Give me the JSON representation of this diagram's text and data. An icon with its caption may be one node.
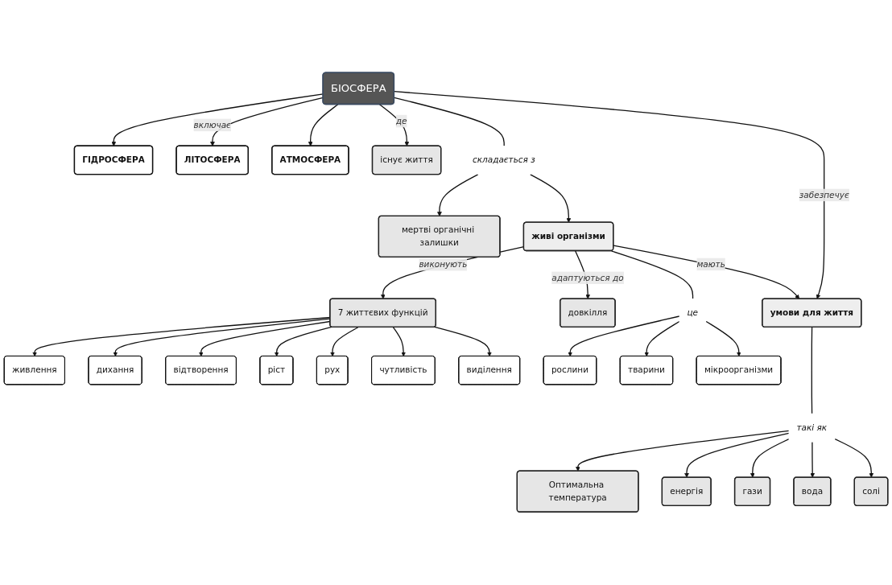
{
  "diagram": {
    "nodes": [
      {
        "text": [
          "БІОСФЕРА"
        ]
      },
      {
        "text": [
          "ГІДРОСФЕРА"
        ]
      },
      {
        "text": [
          "ЛІТОСФЕРА"
        ]
      },
      {
        "text": [
          "АТМОСФЕРА"
        ]
      },
      {
        "text": [
          "існує життя"
        ]
      },
      {
        "text": [
          "мертві органічні залишки"
        ]
      },
      {
        "text": [
          "складається з"
        ]
      },
      {
        "text": [
          "умови для життя"
        ]
      },
      {
        "text": [
          "живі організми"
        ]
      },
      {
        "text": [
          "це"
        ]
      },
      {
        "text": [
          "рослини"
        ]
      },
      {
        "text": [
          "тварини"
        ]
      },
      {
        "text": [
          "мікроорганізми"
        ]
      },
      {
        "text": [
          "такі як"
        ]
      },
      {
        "text": [
          "Оптимальна температура"
        ]
      },
      {
        "text": [
          "енергія"
        ]
      },
      {
        "text": [
          "гази"
        ]
      },
      {
        "text": [
          "вода"
        ]
      },
      {
        "text": [
          "солі"
        ]
      },
      {
        "text": [
          "довкілля"
        ]
      },
      {
        "text": [
          "7 життєвих функцій"
        ]
      },
      {
        "text": [
          "живлення"
        ]
      },
      {
        "text": [
          "дихання"
        ]
      },
      {
        "text": [
          "відтворення"
        ]
      },
      {
        "text": [
          "ріст"
        ]
      },
      {
        "text": [
          "рух"
        ]
      },
      {
        "text": [
          "чутливість"
        ]
      },
      {
        "text": [
          "виділення"
        ]
      }
    ],
    "edges": [
      {
        "from": 0,
        "to": 4,
        "arrow": "to",
        "label": "де"
      },
      {
        "from": 0,
        "to": 1,
        "arrow": "to"
      },
      {
        "from": 0,
        "to": 2,
        "arrow": "to",
        "label": "включає"
      },
      {
        "from": 0,
        "to": 3,
        "arrow": "to"
      },
      {
        "from": 0,
        "to": 6,
        "arrow": "none"
      },
      {
        "from": 6,
        "to": 5,
        "arrow": "to"
      },
      {
        "from": 6,
        "to": 8,
        "arrow": "to"
      },
      {
        "from": 0,
        "to": 7,
        "arrow": "to",
        "label": "забезпечує"
      },
      {
        "from": 8,
        "to": 7,
        "arrow": "to",
        "label": "мають"
      },
      {
        "from": 8,
        "to": 9,
        "arrow": "none"
      },
      {
        "from": 9,
        "to": 10,
        "arrow": "to"
      },
      {
        "from": 9,
        "to": 11,
        "arrow": "to"
      },
      {
        "from": 9,
        "to": 12,
        "arrow": "to"
      },
      {
        "from": 7,
        "to": 13,
        "arrow": "none"
      },
      {
        "from": 13,
        "to": 14,
        "arrow": "to"
      },
      {
        "from": 13,
        "to": 15,
        "arrow": "to"
      },
      {
        "from": 13,
        "to": 16,
        "arrow": "to"
      },
      {
        "from": 13,
        "to": 17,
        "arrow": "to"
      },
      {
        "from": 13,
        "to": 18,
        "arrow": "to"
      },
      {
        "from": 8,
        "to": 19,
        "arrow": "to",
        "label": "адаптуються до"
      },
      {
        "from": 8,
        "to": 20,
        "arrow": "to",
        "label": "виконують"
      },
      {
        "from": 20,
        "to": 21,
        "arrow": "to"
      },
      {
        "from": 20,
        "to": 22,
        "arrow": "to"
      },
      {
        "from": 20,
        "to": 23,
        "arrow": "to"
      },
      {
        "from": 20,
        "to": 24,
        "arrow": "to"
      },
      {
        "from": 20,
        "to": 25,
        "arrow": "to"
      },
      {
        "from": 20,
        "to": 26,
        "arrow": "to"
      },
      {
        "from": 20,
        "to": 27,
        "arrow": "to"
      }
    ]
  }
}
